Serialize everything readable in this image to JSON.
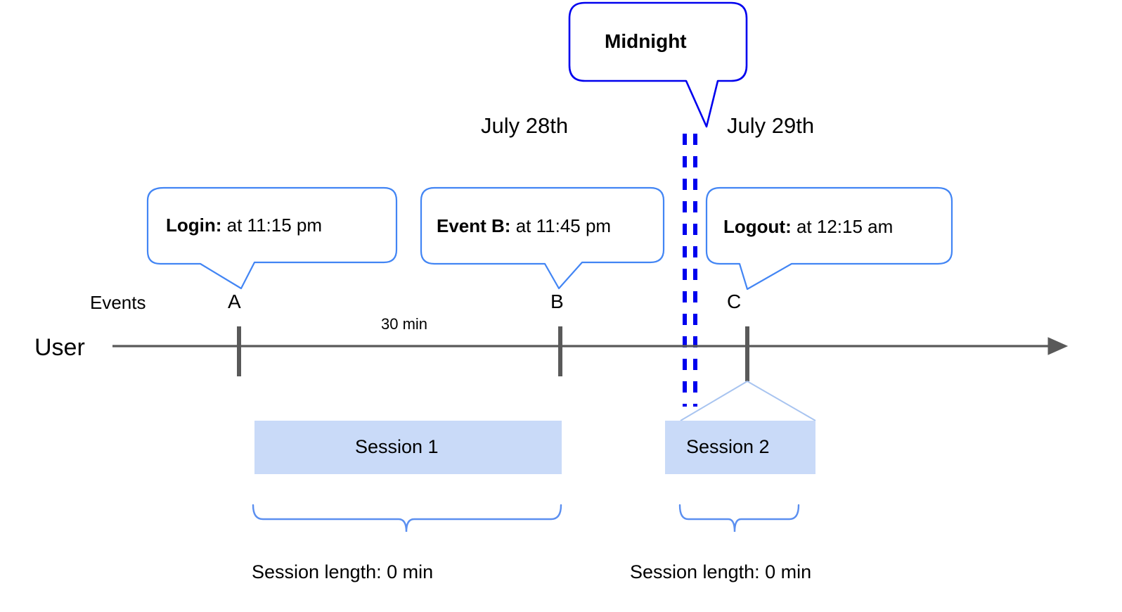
{
  "diagram": {
    "title_callout": {
      "label": "Midnight"
    },
    "dates": [
      {
        "id": "july-28",
        "label": "July 28th"
      },
      {
        "id": "july-29",
        "label": "July 29th"
      }
    ],
    "event_callouts": [
      {
        "id": "login",
        "bold": "Login:",
        "rest": " at 11:15 pm"
      },
      {
        "id": "eventb",
        "bold": "Event B:",
        "rest": " at 11:45 pm"
      },
      {
        "id": "logout",
        "bold": "Logout:",
        "rest": " at 12:15 am"
      }
    ],
    "axis": {
      "row_label": "User",
      "events_label": "Events",
      "duration_label": "30 min",
      "ticks": [
        {
          "id": "a",
          "label": "A"
        },
        {
          "id": "b",
          "label": "B"
        },
        {
          "id": "c",
          "label": "C"
        }
      ]
    },
    "sessions": [
      {
        "id": "session-1",
        "label": "Session 1",
        "length_label": "Session length: 0 min"
      },
      {
        "id": "session-2",
        "label": "Session 2",
        "length_label": "Session length: 0 min"
      }
    ],
    "colors": {
      "midnight_line": "#0000EE",
      "callout_border": "#4285F4",
      "session_fill": "#C9DAF8",
      "axis": "#595959",
      "brace": "#5B8FF0",
      "text": "#000000"
    }
  }
}
